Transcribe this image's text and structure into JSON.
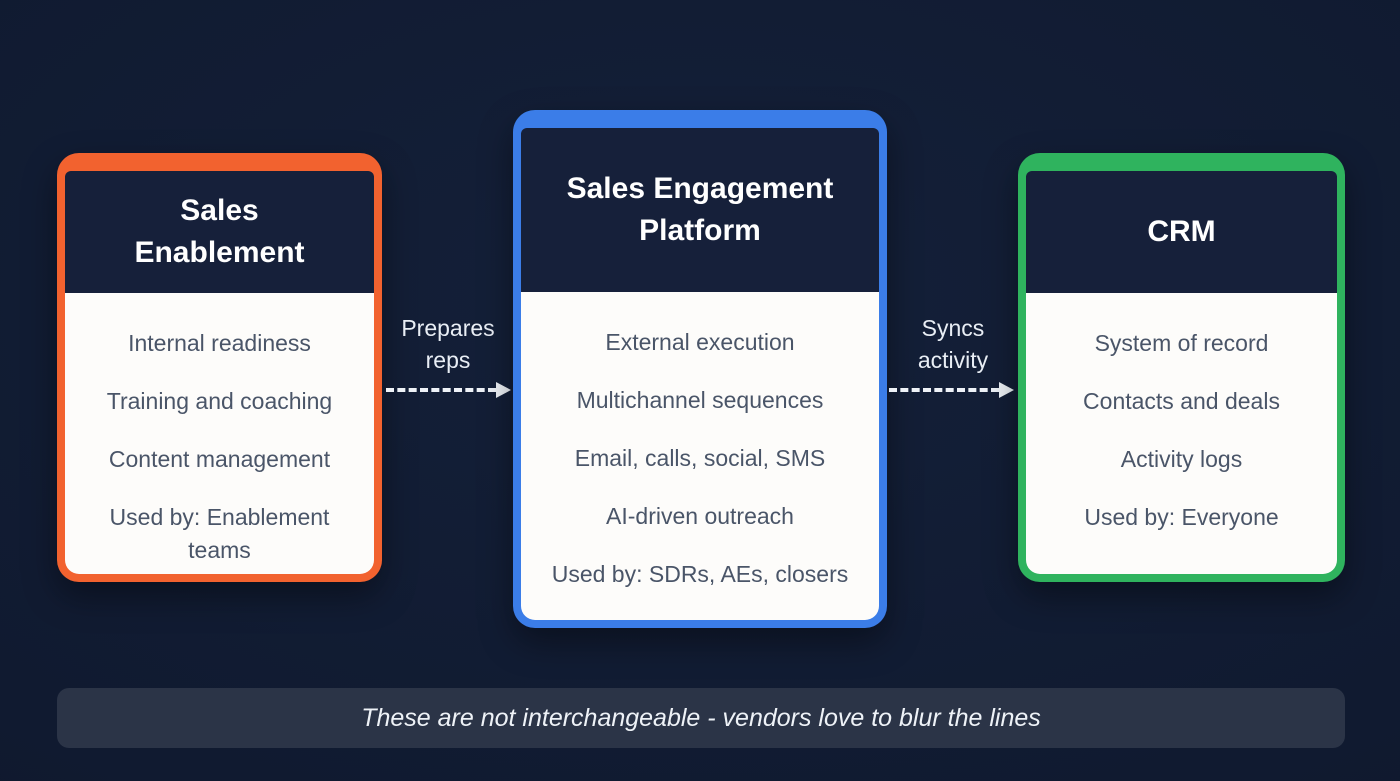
{
  "colors": {
    "background": "#101A30",
    "card_header": "#16203A",
    "card_body": "#FDFCFA",
    "body_text": "#4A5568",
    "label_text": "#E9EEF5",
    "banner_background": "#2B3447",
    "accent_orange": "#F2622F",
    "accent_blue": "#3B7DE8",
    "accent_green": "#2FB35E"
  },
  "cards": [
    {
      "id": "sales-enablement",
      "accent": "#F2622F",
      "title": "Sales Enablement",
      "items": [
        "Internal readiness",
        "Training and coaching",
        "Content management",
        "Used by: Enablement teams"
      ]
    },
    {
      "id": "sales-engagement-platform",
      "accent": "#3B7DE8",
      "title": "Sales Engagement Platform",
      "items": [
        "External execution",
        "Multichannel sequences",
        "Email, calls, social, SMS",
        "AI-driven outreach",
        "Used by: SDRs, AEs, closers"
      ]
    },
    {
      "id": "crm",
      "accent": "#2FB35E",
      "title": "CRM",
      "items": [
        "System of record",
        "Contacts and deals",
        "Activity logs",
        "Used by: Everyone"
      ]
    }
  ],
  "arrows": [
    {
      "label": "Prepares reps"
    },
    {
      "label": "Syncs activity"
    }
  ],
  "footer": {
    "note": "These are not interchangeable - vendors love to blur the lines"
  }
}
